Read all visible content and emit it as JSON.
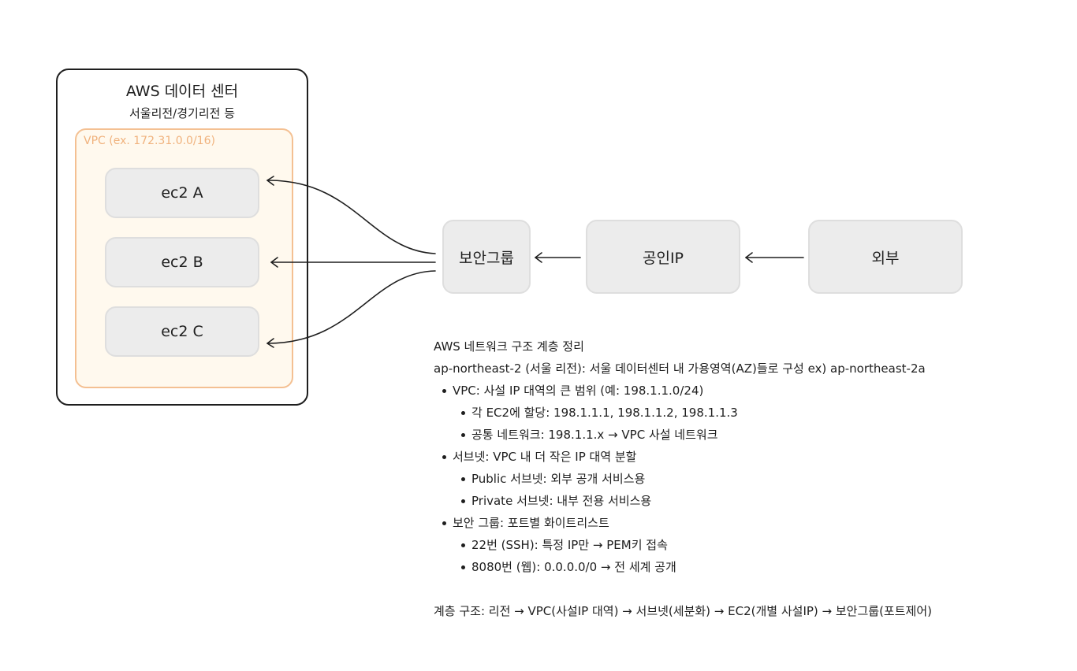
{
  "datacenter": {
    "title": "AWS 데이터 센터",
    "subtitle": "서울리전/경기리전 등",
    "vpc_label": "VPC (ex. 172.31.0.0/16)",
    "instances": [
      "ec2 A",
      "ec2 B",
      "ec2 C"
    ]
  },
  "flow": {
    "security_group": "보안그룹",
    "public_ip": "공인IP",
    "external": "외부"
  },
  "notes": {
    "title": "AWS 네트워크 구조 계층 정리",
    "region": "ap-northeast-2 (서울 리전): 서울 데이터센터 내 가용영역(AZ)들로 구성 ex) ap-northeast-2a",
    "vpc": "VPC: 사설 IP 대역의 큰 범위 (예: 198.1.1.0/24)",
    "vpc_items": [
      "각 EC2에 할당: 198.1.1.1, 198.1.1.2, 198.1.1.3",
      "공통 네트워크: 198.1.1.x → VPC 사설 네트워크"
    ],
    "subnet": "서브넷: VPC 내 더 작은 IP 대역 분할",
    "subnet_items": [
      "Public 서브넷: 외부 공개 서비스용",
      "Private 서브넷: 내부 전용 서비스용"
    ],
    "sg": "보안 그룹: 포트별 화이트리스트",
    "sg_items": [
      "22번 (SSH): 특정 IP만 → PEM키 접속",
      "8080번 (웹): 0.0.0.0/0 → 전 세계 공개"
    ],
    "hierarchy": "계층 구조: 리전 → VPC(사설IP 대역) → 서브넷(세분화) → EC2(개별 사설IP) → 보안그룹(포트제어)"
  },
  "colors": {
    "stroke": "#1e1e1e",
    "vpc_border": "#f4c092",
    "vpc_fill": "#fff9ee",
    "node_fill": "#ececec"
  }
}
